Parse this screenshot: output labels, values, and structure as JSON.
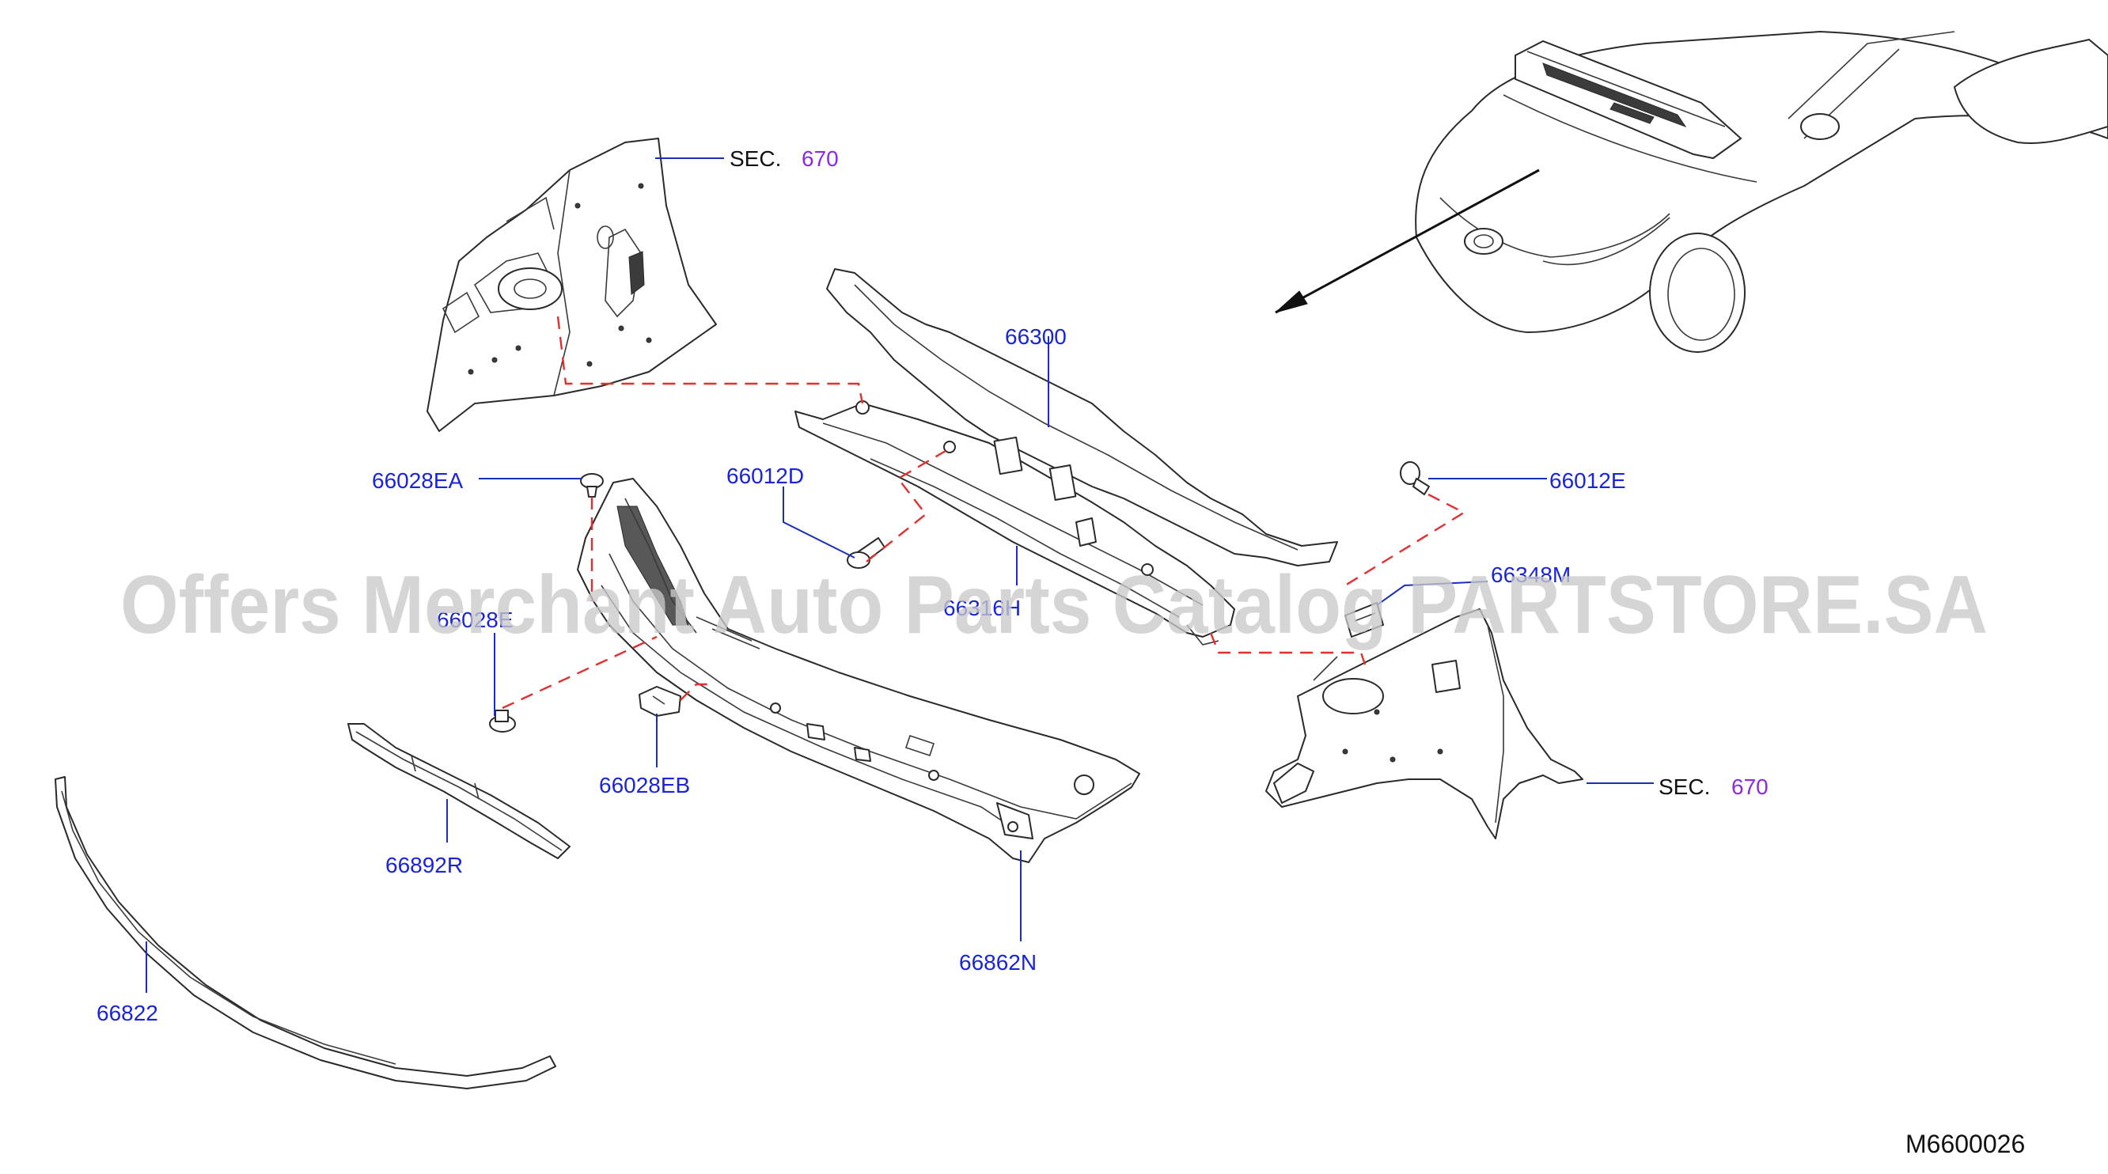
{
  "watermark": "Offers Merchant Auto Parts Catalog PARTSTORE.SA",
  "diagram_code": "M6600026",
  "section_refs": [
    {
      "prefix": "SEC.",
      "number": "670"
    },
    {
      "prefix": "SEC.",
      "number": "670"
    }
  ],
  "callouts": {
    "p66300": "66300",
    "p66028EA": "66028EA",
    "p66012D": "66012D",
    "p66012E": "66012E",
    "p66316H": "66316H",
    "p66348M": "66348M",
    "p66028E": "66028E",
    "p66028EB": "66028EB",
    "p66892R": "66892R",
    "p66862N": "66862N",
    "p66822": "66822"
  }
}
